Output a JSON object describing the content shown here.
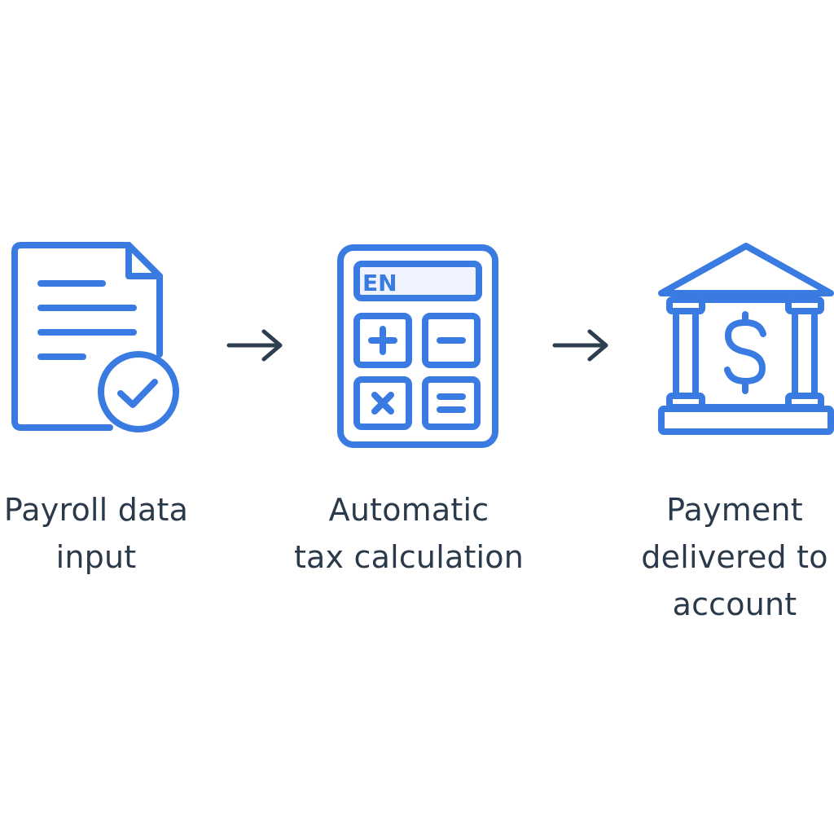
{
  "colors": {
    "icon_stroke": "#3a7be2",
    "icon_fill_light": "#eef3fe",
    "arrow": "#2f3e4e",
    "text": "#2b3a4a"
  },
  "steps": [
    {
      "icon": "payroll-document-check-icon",
      "label": "Payroll data\ninput"
    },
    {
      "icon": "calculator-icon",
      "label": "Automatic\ntax calculation",
      "display_text": "EN"
    },
    {
      "icon": "bank-dollar-icon",
      "label": "Payment\ndelivered to\naccount"
    }
  ],
  "connectors": [
    "arrow-right-icon",
    "arrow-right-icon"
  ]
}
